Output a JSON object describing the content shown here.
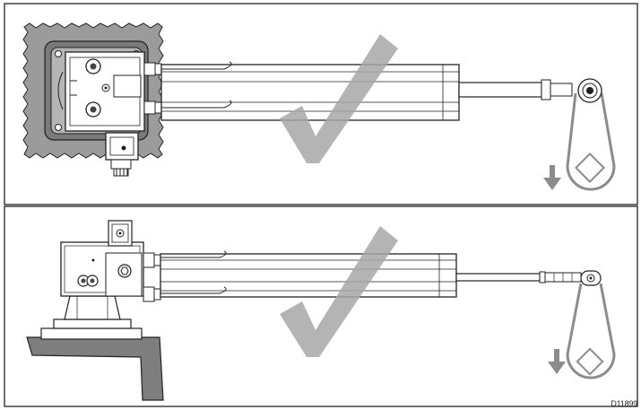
{
  "figure": {
    "reference_code": "D11899",
    "panels": [
      {
        "id": "top",
        "status_icon": "checkmark-icon",
        "direction_icon": "arrow-down-icon"
      },
      {
        "id": "bottom",
        "status_icon": "checkmark-icon",
        "direction_icon": "arrow-down-icon"
      }
    ],
    "colors": {
      "line": "#222222",
      "bulkhead": "#9b9b9b",
      "checkmark": "#a7a7a7",
      "tiller": "#8c8c8c",
      "panel_border": "#222222"
    }
  }
}
